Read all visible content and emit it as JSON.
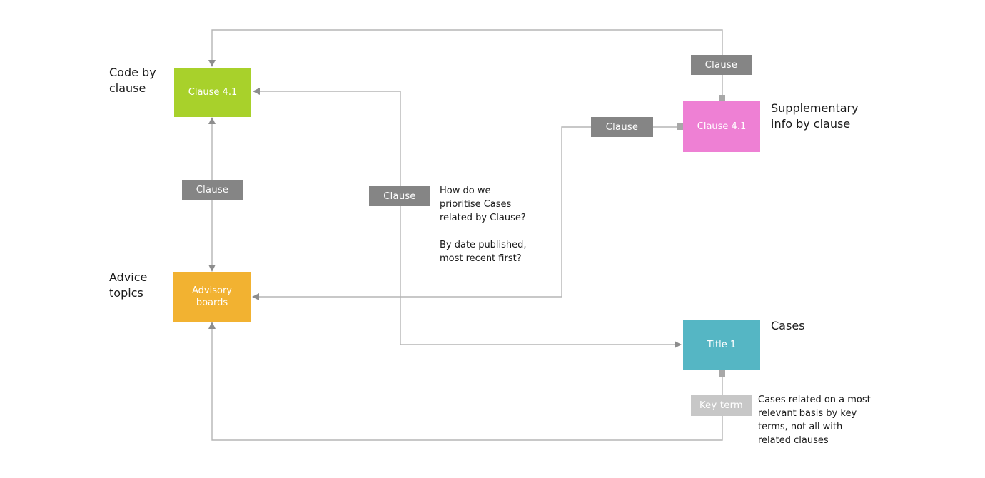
{
  "nodes": {
    "code_by_clause": {
      "box_label": "Clause 4.1",
      "title": "Code by\nclause",
      "color": "#a8d12b"
    },
    "advice_topics": {
      "box_label": "Advisory\nboards",
      "title": "Advice\ntopics",
      "color": "#f2b231"
    },
    "supplementary_info": {
      "box_label": "Clause 4.1",
      "title": "Supplementary\ninfo by clause",
      "color": "#ee80d4"
    },
    "cases": {
      "box_label": "Title 1",
      "title": "Cases",
      "color": "#55b6c4"
    }
  },
  "edge_labels": {
    "code_advice": "Clause",
    "code_cases": "Clause",
    "supplementary_top": "Clause",
    "supplementary_advice": "Clause",
    "cases_key_term": "Key term"
  },
  "annotations": {
    "prioritise_question": "How do we\nprioritise Cases\nrelated by Clause?\n\nBy date published,\nmost recent first?",
    "key_term_note": "Cases related on a most\nrelevant basis by key\nterms, not all with\nrelated clauses"
  },
  "colors": {
    "background": "#ffffff",
    "edge_line": "#b5b5b5",
    "arrowhead": "#8d8d8d",
    "endpoint_square": "#a8a8a8",
    "edge_label_bg": "#858585",
    "key_term_label_bg": "#c7c7c7",
    "label_text": "#ffffff",
    "title_text": "#1a1a1a"
  }
}
